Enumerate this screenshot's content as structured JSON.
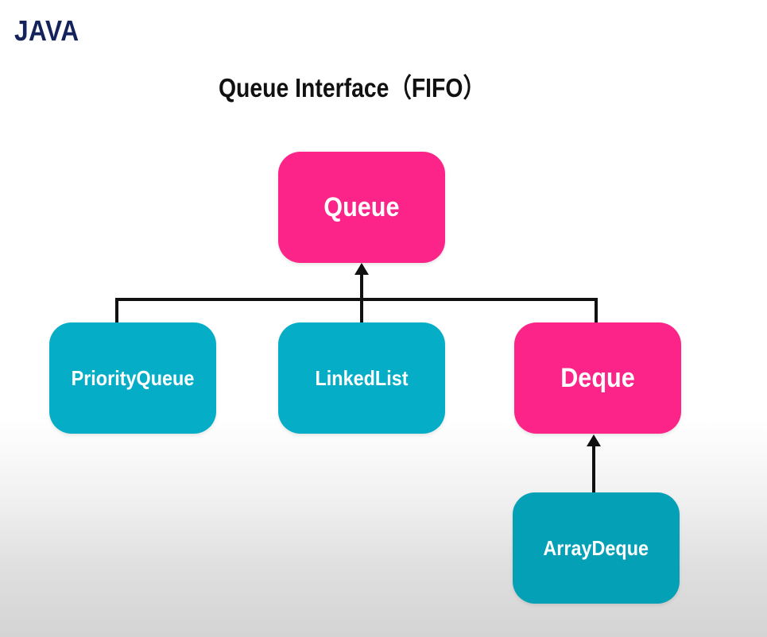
{
  "brand": {
    "text": "JAVA",
    "color": "#14235c"
  },
  "title": {
    "text": "Queue Interface（FIFO）"
  },
  "colors": {
    "interface": "#fc2389",
    "class": "#05aec6",
    "connector": "#111111",
    "background_top": "#ffffff",
    "background_bottom": "#d4d4d4"
  },
  "nodes": {
    "queue": {
      "label": "Queue",
      "kind": "interface"
    },
    "priority_queue": {
      "label": "PriorityQueue",
      "kind": "class"
    },
    "linked_list": {
      "label": "LinkedList",
      "kind": "class"
    },
    "deque": {
      "label": "Deque",
      "kind": "interface"
    },
    "array_deque": {
      "label": "ArrayDeque",
      "kind": "class"
    }
  },
  "edges": [
    {
      "from": "priority_queue",
      "to": "queue"
    },
    {
      "from": "linked_list",
      "to": "queue"
    },
    {
      "from": "deque",
      "to": "queue"
    },
    {
      "from": "array_deque",
      "to": "deque"
    }
  ]
}
